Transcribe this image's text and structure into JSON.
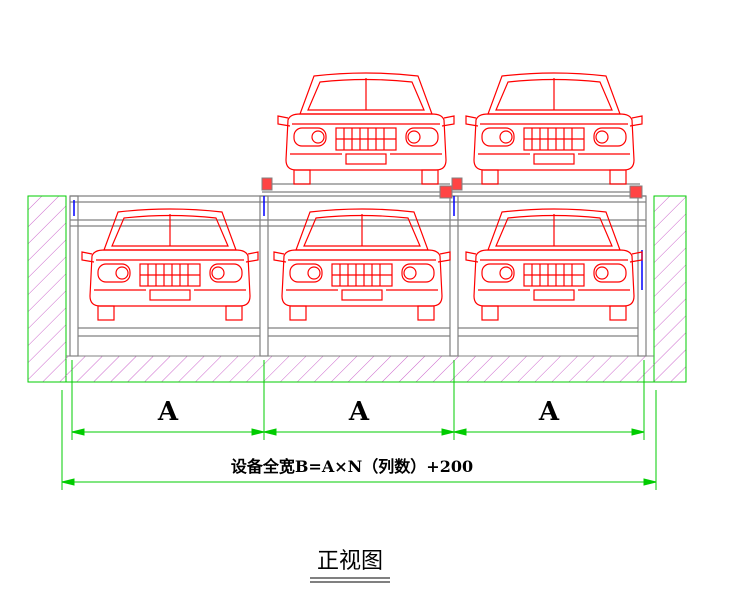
{
  "dimensions": {
    "bay_labels": [
      "A",
      "A",
      "A"
    ],
    "total_width_label": "设备全宽B=A×N（列数）+200"
  },
  "caption": "正视图",
  "colors": {
    "car": "#ff0000",
    "frame": "#808080",
    "frame_accent": "#0000ff",
    "wall_hatch": "#cc00cc",
    "wall_outline": "#00cc00",
    "dimension_line": "#00cc00",
    "text": "#000000"
  }
}
